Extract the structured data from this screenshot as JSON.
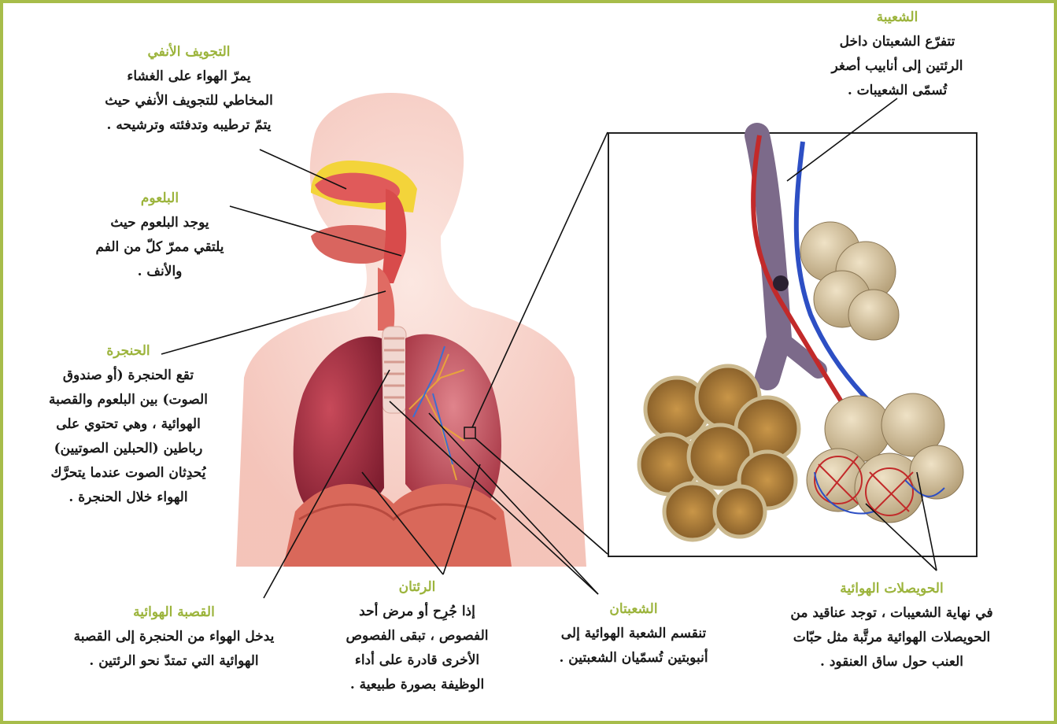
{
  "labels": {
    "nasal_cavity": {
      "title": "التجويف الأنفي",
      "body": "يمرّ الهواء على الغشاء\nالمخاطي للتجويف الأنفي حيث\nيتمّ ترطيبه وتدفئته وترشيحه ."
    },
    "pharynx": {
      "title": "البلعوم",
      "body": "يوجد البلعوم حيث\nيلتقي ممرّ كلّ من الفم\nوالأنف ."
    },
    "larynx": {
      "title": "الحنجرة",
      "body": "تقع الحنجرة (أو صندوق\nالصوت) بين البلعوم والقصبة\nالهوائية ، وهي تحتوي على\nرباطين (الحبلين الصوتيين)\nيُحدِثان الصوت عندما يتحرَّك\nالهواء خلال الحنجرة ."
    },
    "trachea": {
      "title": "القصبة الهوائية",
      "body": "يدخل الهواء من الحنجرة إلى القصبة\nالهوائية التي تمتدّ نحو الرئتين ."
    },
    "lungs": {
      "title": "الرئتان",
      "body": "إذا جُرِح أو مرض أحد\nالفصوص ، تبقى الفصوص\nالأخرى قادرة على أداء\nالوظيفة بصورة طبيعية ."
    },
    "bronchi": {
      "title": "الشعبتان",
      "body": "تنقسم الشعبة الهوائية إلى\nأنبوبتين تُسمّيان الشعبتين ."
    },
    "bronchiole": {
      "title": "الشعيبة",
      "body": "تتفرّع الشعبتان داخل\nالرئتين إلى أنابيب أصغر\nتُسمّى الشعيبات ."
    },
    "alveoli": {
      "title": "الحويصلات الهوائية",
      "body": "في نهاية الشعيبات ، توجد عناقيد من\nالحويصلات الهوائية مرتَّبة مثل حبّات\nالعنب حول ساق العنقود ."
    }
  },
  "colors": {
    "frame": "#a7bd4a",
    "title_text": "#9cb43c",
    "body_text": "#1a1a1a"
  }
}
